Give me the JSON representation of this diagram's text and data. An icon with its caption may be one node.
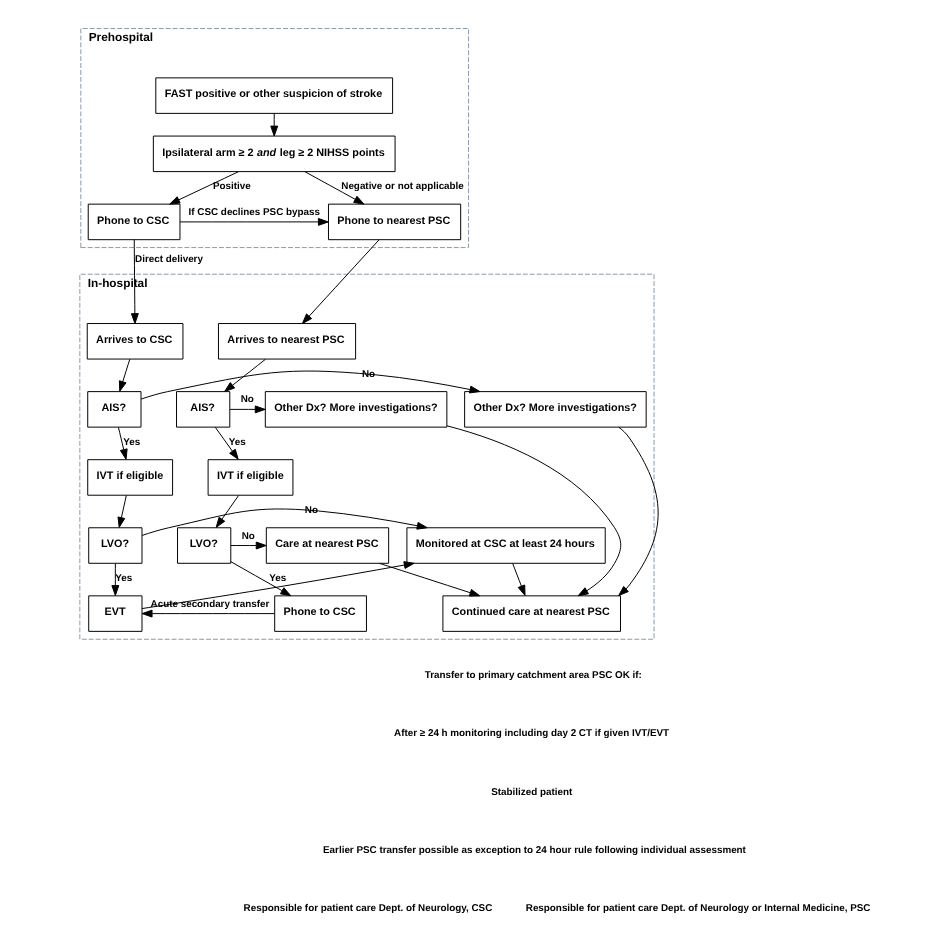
{
  "diagram": {
    "nodes": [
      {
        "text": [
          "Prehospital"
        ]
      },
      {
        "text": [
          "FAST positive or other suspicion of stroke"
        ],
        "in": 0
      },
      {
        "text": [
          "Ipsilateral arm ≥ 2 *and* leg ≥ 2 NIHSS points"
        ],
        "in": 0
      },
      {
        "text": [
          "Phone to CSC"
        ],
        "in": 0
      },
      {
        "text": [
          "Phone to nearest PSC"
        ],
        "in": 0
      },
      {
        "text": [
          "In-hospital"
        ]
      },
      {
        "text": [
          "Arrives to CSC"
        ],
        "in": 5
      },
      {
        "text": [
          "AIS?"
        ],
        "in": 5
      },
      {
        "text": [
          "Other Dx? More investigations?"
        ],
        "in": 5
      },
      {
        "text": [
          "IVT if eligible"
        ],
        "in": 5
      },
      {
        "text": [
          "LVO?"
        ],
        "in": 5
      },
      {
        "text": [
          "Monitored at CSC at least 24 hours"
        ],
        "in": 5
      },
      {
        "text": [
          "EVT"
        ],
        "in": 5
      },
      {
        "text": [
          "Arrives to nearest PSC"
        ],
        "in": 5
      },
      {
        "text": [
          "AIS?"
        ],
        "in": 5
      },
      {
        "text": [
          "Other Dx? More investigations?"
        ],
        "in": 5
      },
      {
        "text": [
          "IVT if eligible"
        ],
        "in": 5
      },
      {
        "text": [
          "LVO?"
        ],
        "in": 5
      },
      {
        "text": [
          "Care at nearest PSC"
        ],
        "in": 5
      },
      {
        "text": [
          "Phone to CSC"
        ],
        "in": 5
      },
      {
        "text": [
          "Continued care at nearest PSC"
        ],
        "in": 5
      }
    ],
    "edges": [
      {
        "from": 1,
        "to": 2,
        "arrow": "to"
      },
      {
        "from": 2,
        "to": 3,
        "arrow": "to",
        "label": "Positive"
      },
      {
        "from": 2,
        "to": 4,
        "arrow": "to",
        "label": "Negative or not applicable"
      },
      {
        "from": 3,
        "to": 4,
        "arrow": "to",
        "label": "If CSC declines PSC bypass"
      },
      {
        "from": 3,
        "to": 6,
        "arrow": "to",
        "label": "Direct delivery"
      },
      {
        "from": 4,
        "to": 13,
        "arrow": "to"
      },
      {
        "from": 6,
        "to": 7,
        "arrow": "to"
      },
      {
        "from": 7,
        "to": 8,
        "arrow": "to",
        "label": "No"
      },
      {
        "from": 7,
        "to": 9,
        "arrow": "to",
        "label": "Yes"
      },
      {
        "from": 9,
        "to": 10,
        "arrow": "to"
      },
      {
        "from": 10,
        "to": 11,
        "arrow": "to",
        "label": "No"
      },
      {
        "from": 10,
        "to": 12,
        "arrow": "to",
        "label": "Yes"
      },
      {
        "from": 12,
        "to": 11,
        "arrow": "to"
      },
      {
        "from": 11,
        "to": 20,
        "arrow": "to"
      },
      {
        "from": 8,
        "to": 20,
        "arrow": "to"
      },
      {
        "from": 13,
        "to": 14,
        "arrow": "to"
      },
      {
        "from": 14,
        "to": 15,
        "arrow": "to",
        "label": "No"
      },
      {
        "from": 14,
        "to": 16,
        "arrow": "to",
        "label": "Yes"
      },
      {
        "from": 16,
        "to": 17,
        "arrow": "to"
      },
      {
        "from": 17,
        "to": 18,
        "arrow": "to",
        "label": "No"
      },
      {
        "from": 17,
        "to": 19,
        "arrow": "to",
        "label": "Yes"
      },
      {
        "from": 19,
        "to": 12,
        "arrow": "to",
        "label": "Acute secondary transfer"
      },
      {
        "from": 18,
        "to": 20,
        "arrow": "to"
      },
      {
        "from": 15,
        "to": 20,
        "arrow": "to"
      }
    ],
    "labels": [
      "Transfer to primary catchment area PSC OK if:",
      "After ≥ 24 h monitoring including day 2 CT if given IVT/EVT",
      "Stabilized patient",
      "Earlier PSC transfer possible as exception to 24 hour rule following individual assessment",
      "Responsible for patient care Dept. of Neurology, CSC",
      "Responsible for patient care Dept. of Neurology or Internal Medicine, PSC"
    ]
  }
}
